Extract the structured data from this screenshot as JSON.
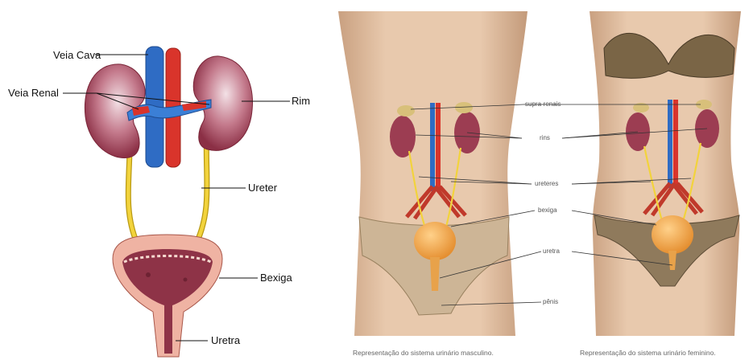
{
  "left_diagram": {
    "labels": {
      "vena_cava": "Veia Cava",
      "renal_vein": "Veia Renal",
      "kidney": "Rim",
      "ureter": "Ureter",
      "bladder": "Bexiga",
      "urethra": "Uretra"
    }
  },
  "right_figure": {
    "labels": {
      "suprarenal": "supra-renais",
      "kidneys": "rins",
      "ureters": "ureteres",
      "bladder": "bexiga",
      "urethra": "uretra",
      "penis": "pênis"
    },
    "captions": {
      "male": "Representação do sistema urinário masculino.",
      "female": "Representação do sistema urinário feminino."
    }
  },
  "colors": {
    "kidney": "#9c3d52",
    "vein": "#2f6cc4",
    "artery": "#d9342b",
    "ureter": "#f2d33c",
    "bladder_wall": "#e9a99a",
    "bladder_inner": "#8e3347",
    "skin": "#e2c2a6",
    "underwear_male": "#cdb596",
    "underwear_female": "#8f7a5c"
  }
}
